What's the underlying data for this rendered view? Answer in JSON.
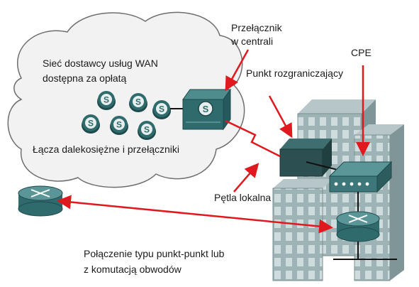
{
  "labels": {
    "cloud_title_line1": "Sieć dostawcy usług WAN",
    "cloud_title_line2": "dostępna za opłatą",
    "trunks": "Łącza dalekosiężne i przełączniki",
    "co_switch_line1": "Przełącznik",
    "co_switch_line2": "w centrali",
    "demarc": "Punkt rozgraniczający",
    "cpe": "CPE",
    "local_loop": "Pętla lokalna",
    "bottom_line1": "Połączenie typu punkt-punkt lub",
    "bottom_line2": "z komutacją obwodów"
  },
  "icons": {
    "switch_glyph": "S",
    "switch_icon_count": 7
  },
  "colors": {
    "arrow": "#e0191f",
    "device_teal": "#2f6b6d",
    "building": "#8fa5a8",
    "cloud_fill": "#f2f2f2"
  }
}
